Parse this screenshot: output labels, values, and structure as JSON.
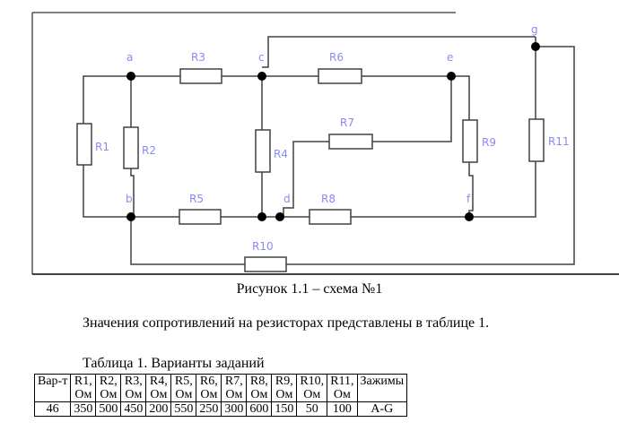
{
  "figure": {
    "nodes": {
      "a": "a",
      "b": "b",
      "c": "c",
      "d": "d",
      "e": "e",
      "f": "f",
      "g": "g"
    },
    "resistors": {
      "R1": "R1",
      "R2": "R2",
      "R3": "R3",
      "R4": "R4",
      "R5": "R5",
      "R6": "R6",
      "R7": "R7",
      "R8": "R8",
      "R9": "R9",
      "R10": "R10",
      "R11": "R11"
    },
    "caption": "Рисунок 1.1 – схема №1"
  },
  "paragraph": "Значения сопротивлений на резисторах представлены в таблице 1.",
  "table": {
    "title": "Таблица 1. Варианты заданий",
    "headers": [
      {
        "line1": "Вар-т",
        "line2": ""
      },
      {
        "line1": "R1,",
        "line2": "Ом"
      },
      {
        "line1": "R2,",
        "line2": "Ом"
      },
      {
        "line1": "R3,",
        "line2": "Ом"
      },
      {
        "line1": "R4,",
        "line2": "Ом"
      },
      {
        "line1": "R5,",
        "line2": "Ом"
      },
      {
        "line1": "R6,",
        "line2": "Ом"
      },
      {
        "line1": "R7,",
        "line2": "Ом"
      },
      {
        "line1": "R8,",
        "line2": "Ом"
      },
      {
        "line1": "R9,",
        "line2": "Ом"
      },
      {
        "line1": "R10,",
        "line2": "Ом"
      },
      {
        "line1": "R11,",
        "line2": "Ом"
      },
      {
        "line1": "Зажимы",
        "line2": ""
      }
    ],
    "row": [
      "46",
      "350",
      "500",
      "450",
      "200",
      "550",
      "250",
      "300",
      "600",
      "150",
      "50",
      "100",
      "A-G"
    ]
  }
}
